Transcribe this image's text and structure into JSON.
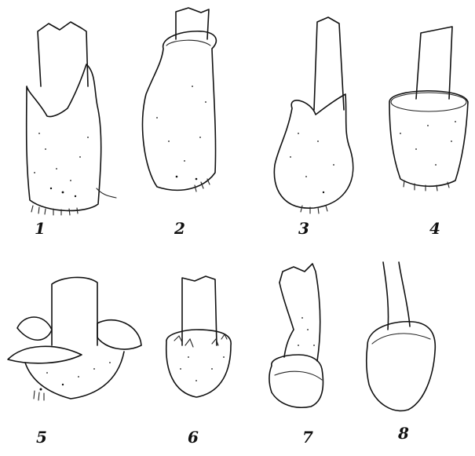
{
  "figure": {
    "labels": [
      "1",
      "2",
      "3",
      "4",
      "5",
      "6",
      "7",
      "8"
    ]
  },
  "style": {
    "ink_color": "#111111",
    "paper_color": "#ffffff"
  }
}
